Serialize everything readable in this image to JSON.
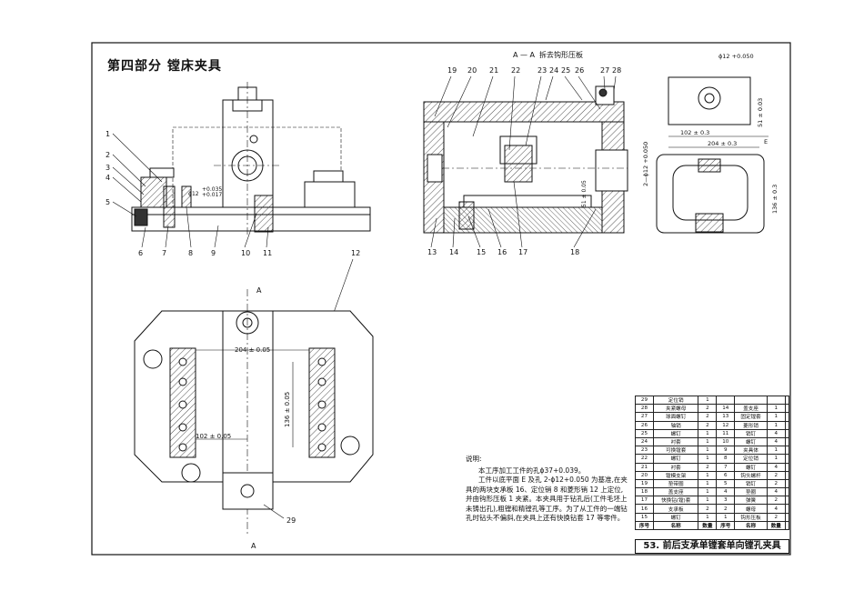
{
  "page": {
    "section_title": "第四部分  镗床夹具",
    "section_label": "A — A",
    "section_remark": "拆去钩形压板",
    "view_mark_top": "A",
    "view_mark_bottom": "A",
    "caption": "53. 前后支承单镗套单向镗孔夹具"
  },
  "part_labels": [
    "1",
    "2",
    "3",
    "4",
    "5",
    "6",
    "7",
    "8",
    "9",
    "10",
    "11",
    "12",
    "13",
    "14",
    "15",
    "16",
    "17",
    "18",
    "19",
    "20",
    "21",
    "22",
    "23",
    "24",
    "25",
    "26",
    "27",
    "28",
    "29"
  ],
  "dimensions": {
    "hole_fit_main": "ϕ12",
    "hole_fit_upper": "+0.035",
    "hole_fit_lower": "+0.017",
    "width_204": "204 ± 0.05",
    "height_136": "136 ± 0.05",
    "offset_102": "102 ± 0.05",
    "height_51": "51 ± 0.05",
    "wp_top_note": "ϕ12 +0.050",
    "wp_51": "51 ± 0.03",
    "wp_102": "102 ± 0.3",
    "wp_204": "204 ± 0.3",
    "wp_136": "136 ± 0.3",
    "wp_hole": "2—ϕ12 +0.050",
    "wp_mark_e": "E"
  },
  "note": {
    "title": "说明:",
    "lines": [
      "本工序加工工件的孔ϕ37+0.039。",
      "工件以底平面 E 及孔 2-ϕ12+0.050 为基准,在夹具的两块支承板 16、定位销 8 和菱形销 12 上定位,并由钩形压板 1 夹紧。本夹具用于钻孔后(工件毛坯上未铸出孔),粗镗和精镗孔等工序。为了从工件的一端钻孔时钻头不偏斜,在夹具上还有快换钻套 17 等零件。"
    ]
  },
  "bom": {
    "rows": [
      [
        "29",
        "定位销",
        "1",
        "",
        "",
        "",
        ""
      ],
      [
        "28",
        "夹紧螺母",
        "2",
        "14",
        "盖支座",
        "1",
        ""
      ],
      [
        "27",
        "球面螺钉",
        "2",
        "13",
        "固定镗套",
        "1",
        ""
      ],
      [
        "26",
        "轴销",
        "2",
        "12",
        "菱形销",
        "1",
        ""
      ],
      [
        "25",
        "螺钉",
        "1",
        "11",
        "销钉",
        "4",
        ""
      ],
      [
        "24",
        "衬套",
        "1",
        "10",
        "螺钉",
        "4",
        ""
      ],
      [
        "23",
        "可换镗套",
        "1",
        "9",
        "夹具体",
        "1",
        ""
      ],
      [
        "22",
        "螺钉",
        "1",
        "8",
        "定位销",
        "1",
        ""
      ],
      [
        "21",
        "衬套",
        "2",
        "7",
        "螺钉",
        "4",
        ""
      ],
      [
        "20",
        "镗模支架",
        "1",
        "6",
        "钩头螺杆",
        "2",
        ""
      ],
      [
        "19",
        "垫带圈",
        "1",
        "5",
        "销钉",
        "2",
        ""
      ],
      [
        "18",
        "盖支座",
        "1",
        "4",
        "垫圈",
        "4",
        ""
      ],
      [
        "17",
        "快换钻(镗)套",
        "1",
        "3",
        "弹簧",
        "2",
        ""
      ],
      [
        "16",
        "支承板",
        "2",
        "2",
        "螺母",
        "4",
        ""
      ],
      [
        "15",
        "螺钉",
        "1",
        "1",
        "钩形压板",
        "2",
        ""
      ]
    ],
    "header": [
      "序号",
      "名称",
      "数量",
      "序号",
      "名称",
      "数量",
      ""
    ]
  }
}
